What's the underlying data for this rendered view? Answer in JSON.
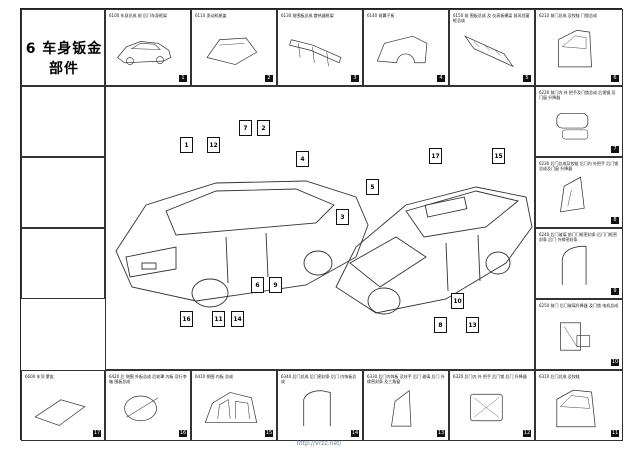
{
  "page_title": "6 车身钣金部件",
  "top_row": [
    {
      "caption": "6100 车身总成 前 后门车身框架",
      "num": "1"
    },
    {
      "caption": "6110 发动机舱盖",
      "num": "2"
    },
    {
      "caption": "6130 前围板总成 散热器框架",
      "num": "3"
    },
    {
      "caption": "6140 前翼子板",
      "num": "4"
    },
    {
      "caption": "6150 前 围板总成 及 仪表板横梁 前风挡窗框总成",
      "num": "5"
    },
    {
      "caption": "6210 前门总成 及铰链 门锁总成",
      "num": "6"
    }
  ],
  "right_col": [
    {
      "caption": "6220 前门内 外 把手及门锁总成 后视镜 及门窗 升降器",
      "num": "7"
    },
    {
      "caption": "6230 后门总成及铰链 后门内 外把手 后门锁总成及门窗 升降器",
      "num": "8"
    },
    {
      "caption": "6240 后门玻璃 前门门框密封条 后门门框密封条 后门 外缘密封条",
      "num": "9"
    },
    {
      "caption": "6250 前门 后门玻璃升降器 及门锁 电机总成",
      "num": "10"
    }
  ],
  "bottom_row": [
    {
      "caption": "6600 车顶 蒙皮",
      "num": "17"
    },
    {
      "caption": "6420 后 侧围 外板总成 后轮罩 内板 及行李箱 围板总成",
      "num": "16"
    },
    {
      "caption": "6410 侧围 内板 总成",
      "num": "15"
    },
    {
      "caption": "6340 后门总成 后门密封条 后门 内饰板总成",
      "num": "14"
    },
    {
      "caption": "6330 后门内饰板 及扶手 后门 玻璃 后门 外缘密封条 及三角窗",
      "num": "13"
    },
    {
      "caption": "6320 后门内 外 把手 后门锁 后门 升降器",
      "num": "12"
    },
    {
      "caption": "6310 后门总成 及铰链",
      "num": "11"
    }
  ],
  "callouts": [
    "1",
    "12",
    "7",
    "2",
    "4",
    "16",
    "11",
    "14",
    "6",
    "9",
    "17",
    "15",
    "5",
    "3",
    "10",
    "8",
    "13"
  ],
  "footer_text": "http://Vrzz.net/"
}
